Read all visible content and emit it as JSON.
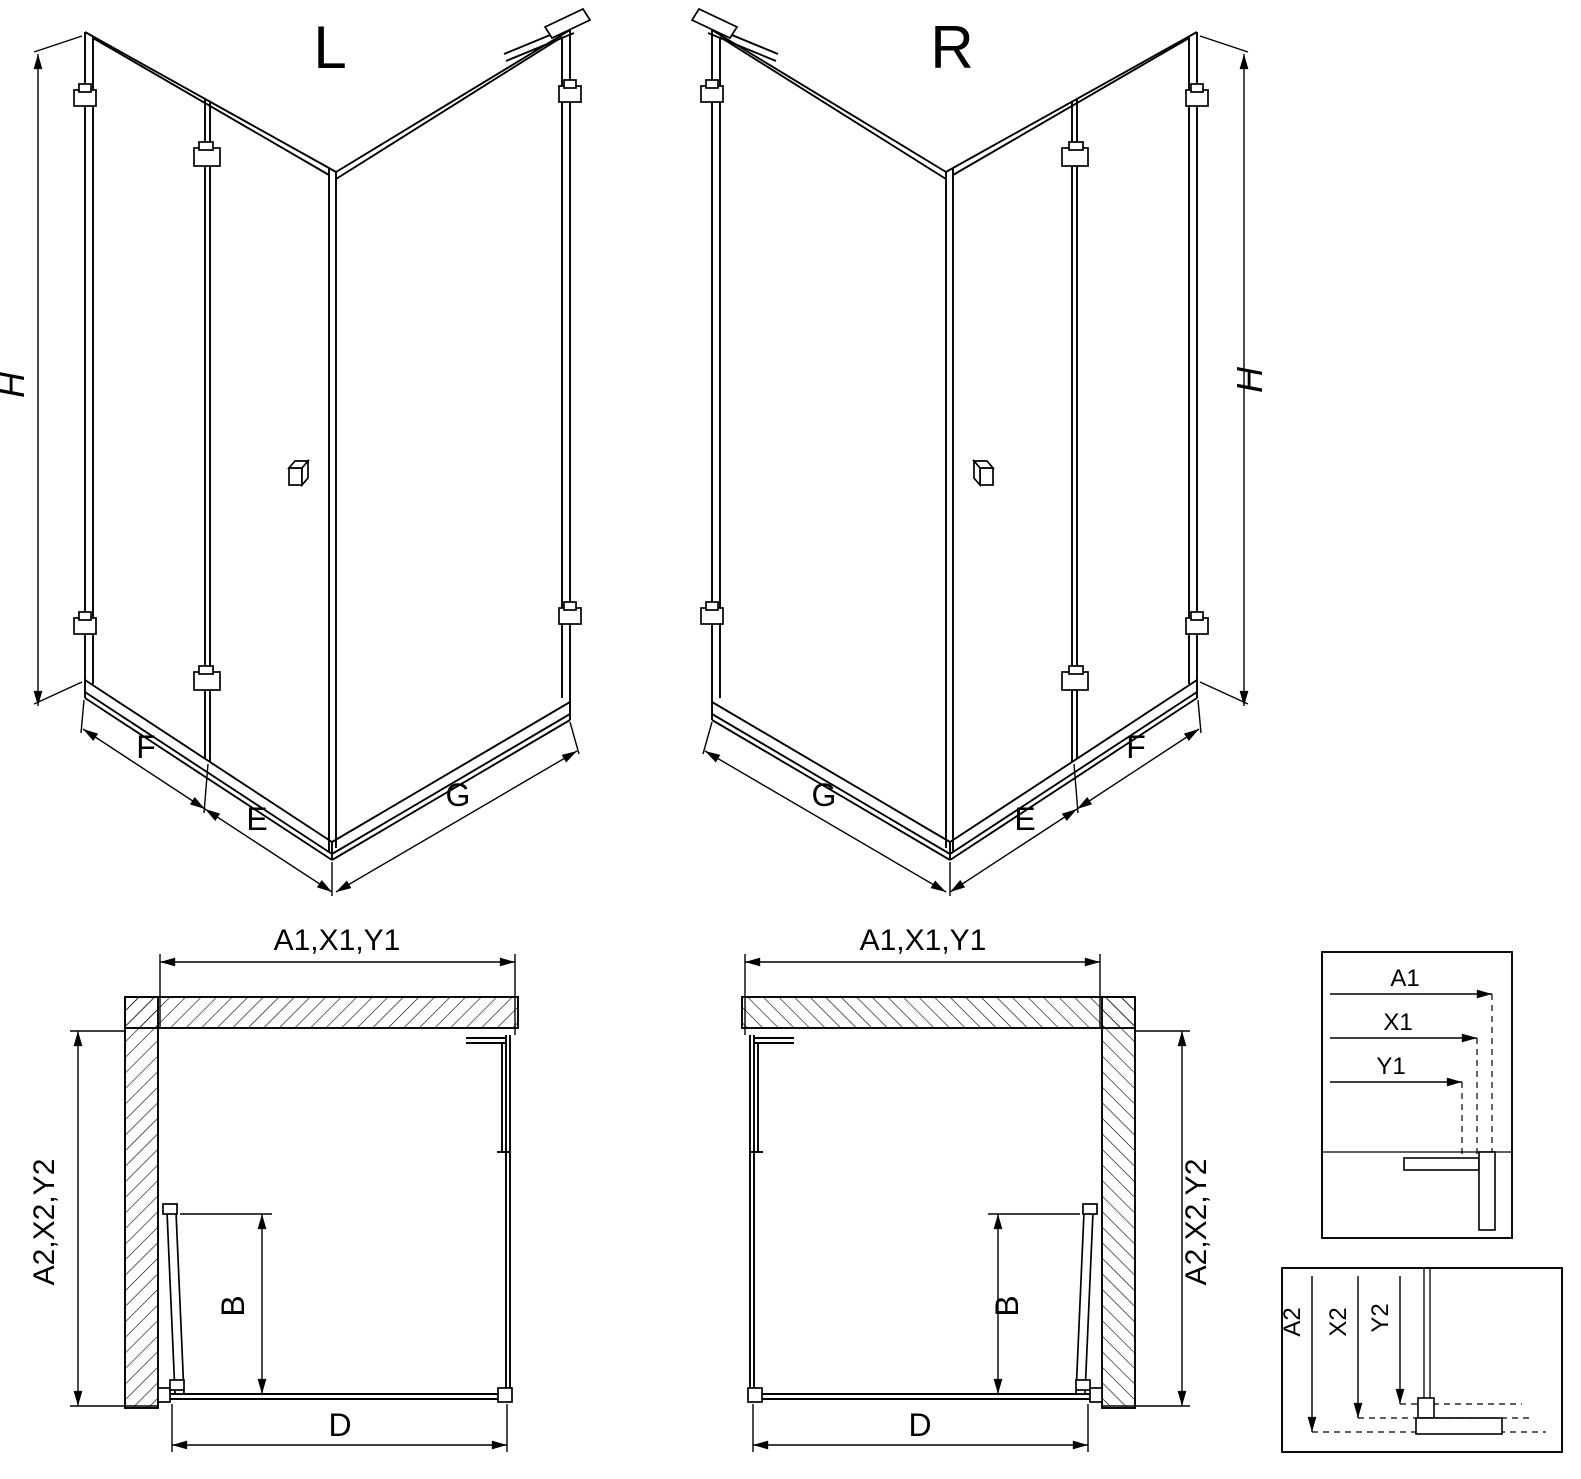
{
  "page": {
    "background": "#ffffff",
    "line_color": "#000000"
  },
  "iso_views": {
    "left": {
      "title": "L",
      "dim_h": "H",
      "dim_f": "F",
      "dim_e": "E",
      "dim_g": "G"
    },
    "right": {
      "title": "R",
      "dim_h": "H",
      "dim_f": "F",
      "dim_e": "E",
      "dim_g": "G"
    }
  },
  "plan_views": {
    "left": {
      "width_label": "A1,X1,Y1",
      "depth_label": "A2,X2,Y2",
      "door_label": "B",
      "entry_label": "D"
    },
    "right": {
      "width_label": "A1,X1,Y1",
      "depth_label": "A2,X2,Y2",
      "door_label": "B",
      "entry_label": "D"
    }
  },
  "detail_views": {
    "horizontal": {
      "dims": [
        "A1",
        "X1",
        "Y1"
      ]
    },
    "vertical": {
      "dims": [
        "A2",
        "X2",
        "Y2"
      ]
    }
  }
}
